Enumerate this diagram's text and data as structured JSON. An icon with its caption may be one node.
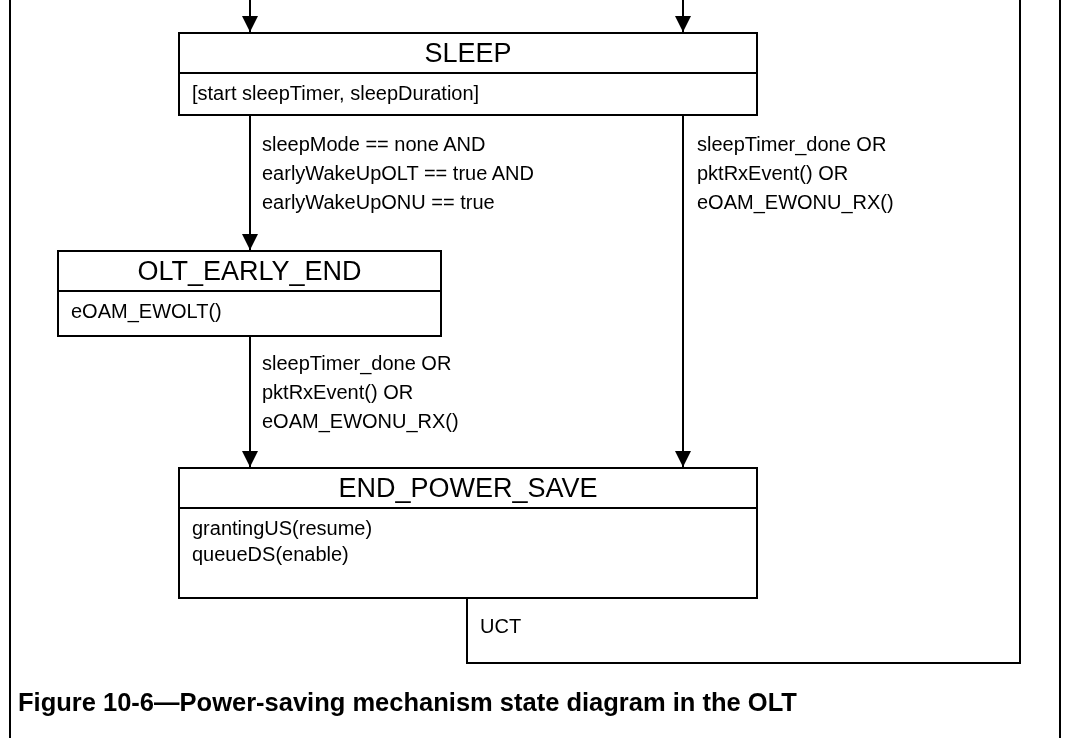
{
  "diagram": {
    "caption": "Figure 10-6—Power-saving mechanism state diagram in the OLT",
    "nodes": [
      {
        "text": [
          "SLEEP",
          "[start sleepTimer, sleepDuration]"
        ]
      },
      {
        "text": [
          "OLT_EARLY_END",
          "eOAM_EWOLT()"
        ]
      },
      {
        "text": [
          "END_POWER_SAVE",
          "grantingUS(resume)",
          "queueDS(enable)"
        ]
      }
    ],
    "edges": [
      {
        "from": null,
        "to": 0,
        "arrow": "to"
      },
      {
        "from": null,
        "to": 0,
        "arrow": "to"
      },
      {
        "from": 0,
        "to": 1,
        "arrow": "to",
        "label": "sleepMode == none AND earlyWakeUpOLT == true AND earlyWakeUpONU == true"
      },
      {
        "from": 0,
        "to": 2,
        "arrow": "to",
        "label": "sleepTimer_done OR pktRxEvent() OR eOAM_EWONU_RX()"
      },
      {
        "from": 1,
        "to": 2,
        "arrow": "to",
        "label": "sleepTimer_done OR pktRxEvent() OR eOAM_EWONU_RX()"
      },
      {
        "from": 2,
        "to": null,
        "arrow": "none",
        "label": "UCT"
      }
    ]
  }
}
